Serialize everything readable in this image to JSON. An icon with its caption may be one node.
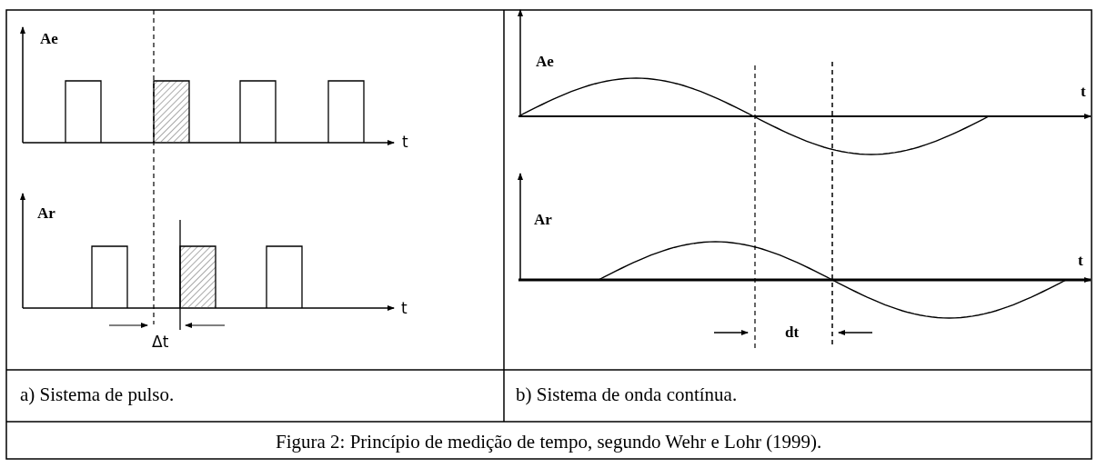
{
  "diagram": {
    "caption": "Figura 2: Princípio de medição de tempo, segundo Wehr e Lohr (1999).",
    "labels": [
      "Ae",
      "t",
      "Ar",
      "t",
      "Δt",
      "Ae",
      "t",
      "Ar",
      "t",
      "dt",
      "a) Sistema de pulso.",
      "b) Sistema de onda contínua."
    ]
  }
}
